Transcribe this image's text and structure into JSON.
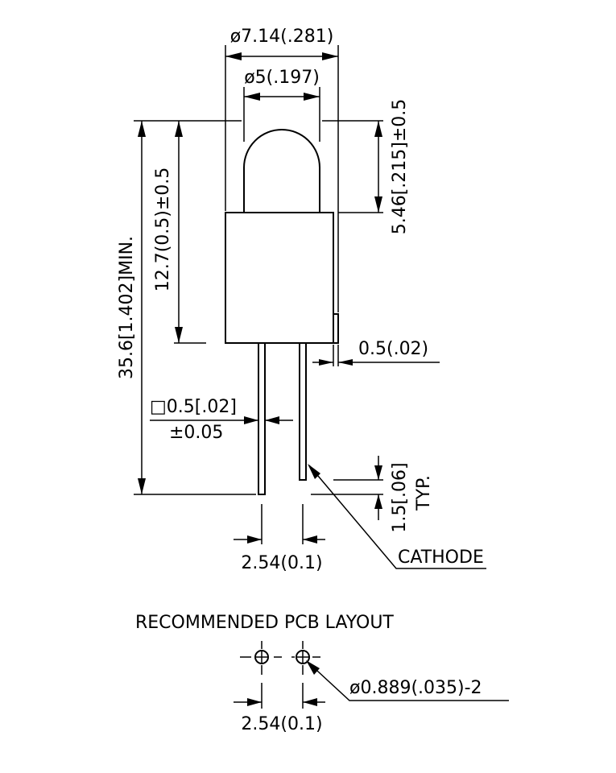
{
  "dimensions": {
    "outer_diameter": "ø7.14(.281)",
    "lens_diameter": "ø5(.197)",
    "lens_height": "5.46[.215]±0.5",
    "body_height": "12.7(0.5)±0.5",
    "overall_length": "35.6[1.402]MIN.",
    "flange_offset": "0.5(.02)",
    "lead_size_line1": "□0.5[.02]",
    "lead_size_line2": "±0.05",
    "lead_step_line1": "1.5[.06]",
    "lead_step_line2": "TYP.",
    "lead_spacing": "2.54(0.1)"
  },
  "labels": {
    "cathode": "CATHODE"
  },
  "pcb_layout": {
    "title": "RECOMMENDED PCB LAYOUT",
    "hole_diameter": "ø0.889(.035)-2",
    "hole_spacing": "2.54(0.1)"
  }
}
